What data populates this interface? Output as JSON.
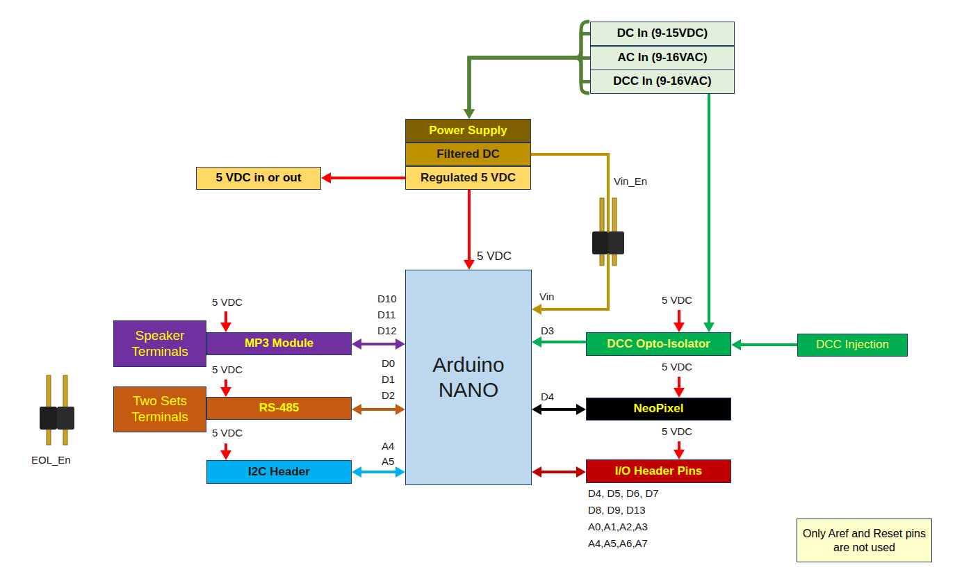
{
  "diagram": {
    "nodes": [
      {
        "text": [
          "DC In (9-15VDC)"
        ]
      },
      {
        "text": [
          "AC In (9-16VAC)"
        ]
      },
      {
        "text": [
          "DCC In (9-16VAC)"
        ]
      },
      {
        "text": [
          "Power Supply"
        ]
      },
      {
        "text": [
          "Filtered DC"
        ]
      },
      {
        "text": [
          "Regulated 5 VDC"
        ]
      },
      {
        "text": [
          "5 VDC in or out"
        ]
      },
      {
        "text": [
          "Arduino NANO"
        ]
      },
      {
        "text": [
          "Speaker Terminals"
        ]
      },
      {
        "text": [
          "MP3 Module"
        ]
      },
      {
        "text": [
          "DCC Opto-Isolator"
        ]
      },
      {
        "text": [
          "DCC Injection"
        ]
      },
      {
        "text": [
          "Two Sets Terminals"
        ]
      },
      {
        "text": [
          "RS-485"
        ]
      },
      {
        "text": [
          "NeoPixel"
        ]
      },
      {
        "text": [
          "I2C Header"
        ]
      },
      {
        "text": [
          "I/O Header Pins"
        ]
      },
      {
        "text": [
          "Only Aref and Reset pins are not used"
        ]
      }
    ],
    "edges": [
      {
        "from": 0,
        "to": 3,
        "arrow": "to"
      },
      {
        "from": 1,
        "to": 3,
        "arrow": "to"
      },
      {
        "from": 2,
        "to": 3,
        "arrow": "to"
      },
      {
        "from": 2,
        "to": 10,
        "arrow": "to"
      },
      {
        "from": 5,
        "to": 6,
        "arrow": "to"
      },
      {
        "from": 5,
        "to": 7,
        "label": "5 VDC",
        "arrow": "to"
      },
      {
        "from": 4,
        "to": 7,
        "arrow": "to"
      },
      {
        "from": 9,
        "to": 7,
        "arrow": "both"
      },
      {
        "from": 13,
        "to": 7,
        "arrow": "both"
      },
      {
        "from": 15,
        "to": 7,
        "arrow": "both"
      },
      {
        "from": 10,
        "to": 7,
        "arrow": "to"
      },
      {
        "from": 11,
        "to": 10,
        "arrow": "to"
      },
      {
        "from": 14,
        "to": 7,
        "arrow": "both"
      },
      {
        "from": 16,
        "to": 7,
        "arrow": "both"
      }
    ],
    "labels": [
      "Vin_En",
      "5 VDC",
      "D10",
      "D11",
      "D12",
      "Vin",
      "5 VDC",
      "D3",
      "5 VDC",
      "D0",
      "D1",
      "D2",
      "5 VDC",
      "D4",
      "5 VDC",
      "5 VDC",
      "A4",
      "A5",
      "EOL_En",
      "D4, D5, D6, D7",
      "D8, D9, D13",
      "A0,A1,A2,A3",
      "A4,A5,A6,A7"
    ]
  }
}
